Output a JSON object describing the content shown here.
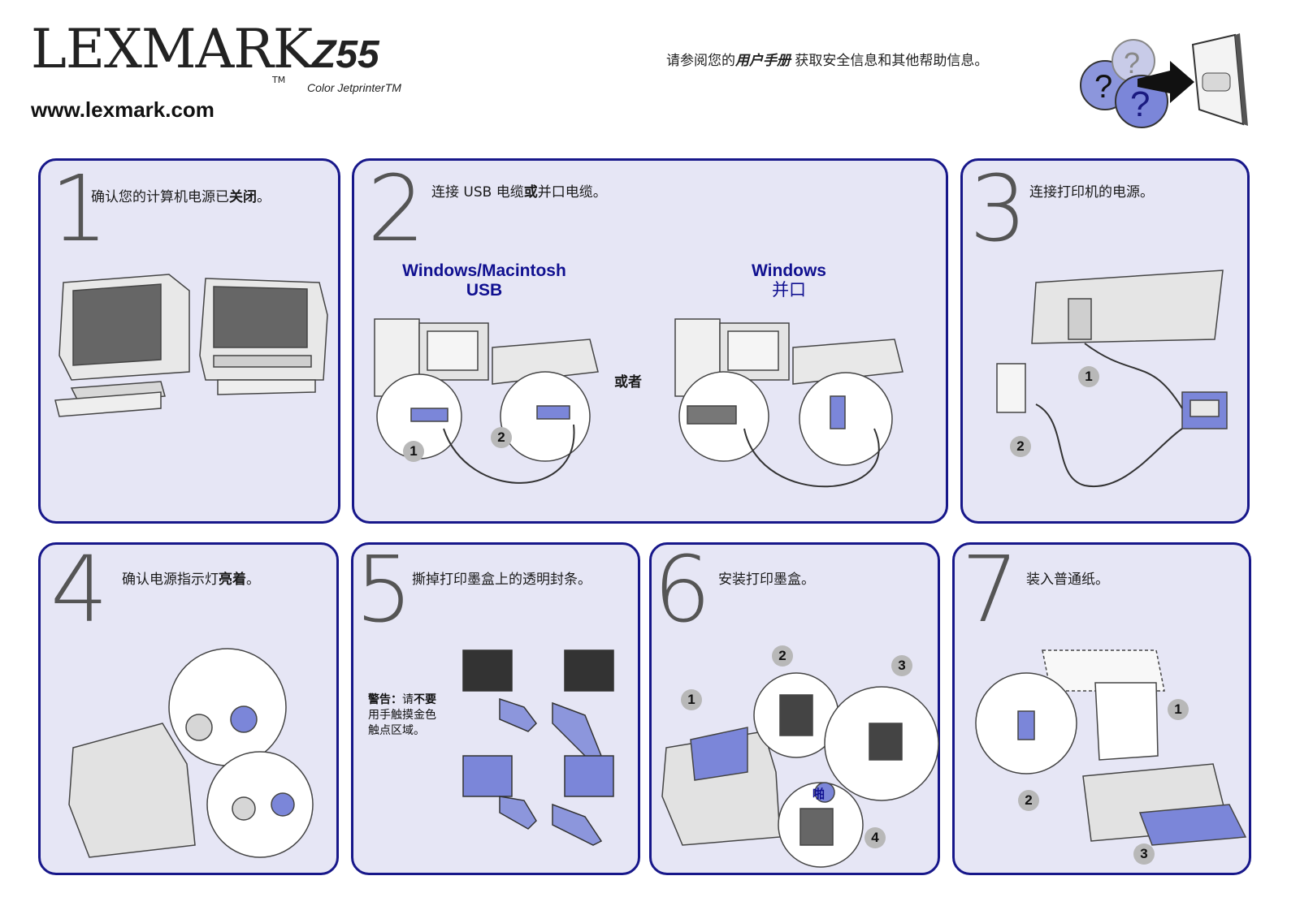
{
  "header": {
    "brand": "LEXMARK",
    "trademark": "TM",
    "model": "Z55",
    "subtitle": "Color JetprinterTM",
    "url": "www.lexmark.com",
    "note_prefix": "请参阅您的",
    "note_bold": "用户手册",
    "note_suffix": "获取安全信息和其他帮助信息。"
  },
  "steps": [
    {
      "number": "1",
      "text_a": "确认您的计算机电源已",
      "text_bold": "关闭",
      "text_b": "。"
    },
    {
      "number": "2",
      "text_a": "连接 USB 电缆",
      "text_bold": "或",
      "text_b": "并口电缆。",
      "left_title_1": "Windows/Macintosh",
      "left_title_2": "USB",
      "right_title_1": "Windows",
      "right_title_2": "并口",
      "or_label": "或者"
    },
    {
      "number": "3",
      "text_a": "连接打印机的电源。"
    },
    {
      "number": "4",
      "text_a": "确认电源指示灯",
      "text_bold": "亮着",
      "text_b": "。"
    },
    {
      "number": "5",
      "text_a": "撕掉打印墨盒上的透明封条。",
      "warn_label": "警告：",
      "warn_a": "请",
      "warn_bold": "不要",
      "warn_line2": "用手触摸金色",
      "warn_line3": "触点区域。"
    },
    {
      "number": "6",
      "text_a": "安装打印墨盒。",
      "snap_label": "啪"
    },
    {
      "number": "7",
      "text_a": "装入普通纸。"
    }
  ],
  "callouts": {
    "s2": [
      "1",
      "2"
    ],
    "s3": [
      "1",
      "2"
    ],
    "s6": [
      "1",
      "2",
      "3",
      "4"
    ],
    "s7": [
      "1",
      "2",
      "3"
    ]
  },
  "colors": {
    "panel_border": "#17178a",
    "panel_fill": "#e6e6f5",
    "accent_blue": "#7b86d9",
    "callout_gray": "#b8b8b8"
  },
  "icons": [
    "help-booklet-icon",
    "computer-monitor-icon",
    "usb-cable-icon",
    "parallel-cable-icon",
    "power-adapter-icon",
    "power-button-icon",
    "ink-cartridge-icon",
    "paper-icon"
  ]
}
